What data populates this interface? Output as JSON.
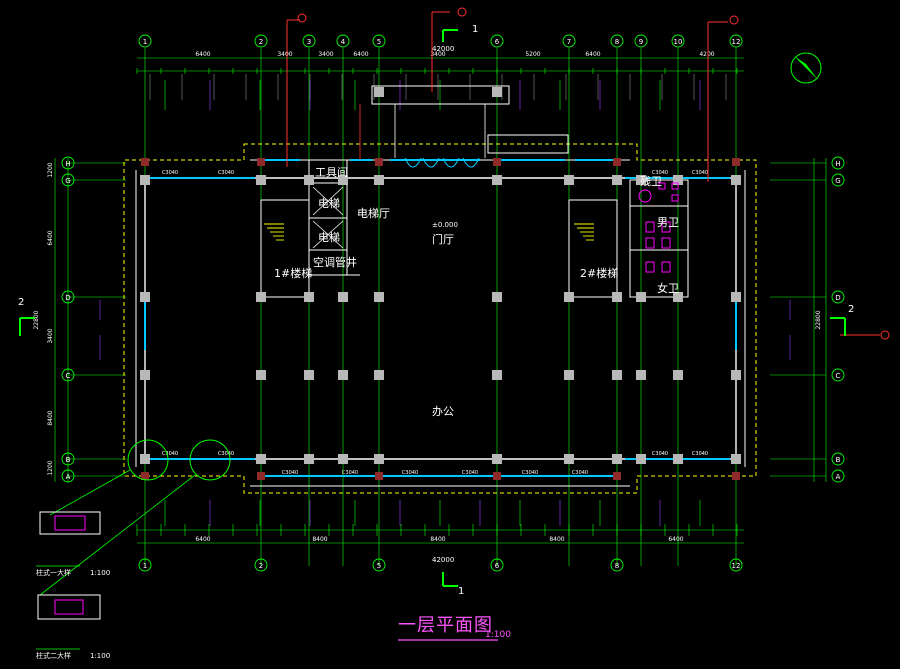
{
  "drawing": {
    "title": "一层平面图",
    "scale": "1:100",
    "colors": {
      "background": "#000000",
      "axis": "#00ff00",
      "wall": "#ffffff",
      "window": "#00c8ff",
      "dashed": "#ffff00",
      "column": "#b8b8b8",
      "annotation": "#ff3030",
      "fixture": "#ff00ff"
    }
  },
  "axes": {
    "columns": [
      "1",
      "2",
      "3",
      "4",
      "5",
      "6",
      "7",
      "8",
      "9",
      "10",
      "12"
    ],
    "columns_bottom": [
      "1",
      "2",
      "5",
      "6",
      "8",
      "12"
    ],
    "rows": [
      "A",
      "B",
      "C",
      "D",
      "G",
      "H"
    ]
  },
  "dimensions": {
    "total": "42000",
    "top_bays": [
      "6400",
      "3400",
      "3400",
      "6400",
      "3400",
      "5200",
      "6400",
      "4200"
    ],
    "bottom_bays": [
      "6400",
      "8400",
      "8400",
      "8400",
      "6400"
    ],
    "left_right": "22800",
    "left_parts": [
      "1200",
      "6400",
      "3400",
      "8400",
      "1200"
    ]
  },
  "rooms": {
    "tool_room": "工具间",
    "elevator_hall": "电梯厅",
    "elevator1": "电梯",
    "elevator2": "电梯",
    "ac_shaft": "空调管井",
    "lobby": "门厅",
    "lobby_level": "±0.000",
    "stair1": "1#楼梯",
    "stair2": "2#楼梯",
    "janitor": "残卫",
    "mens": "男卫",
    "womens": "女卫",
    "office": "办公"
  },
  "sections": {
    "cut1": "1",
    "cut2": "2"
  },
  "details": {
    "detail1": "柱式一大样",
    "detail1_scale": "1:100",
    "detail2": "柱式二大样",
    "detail2_scale": "1:100"
  }
}
